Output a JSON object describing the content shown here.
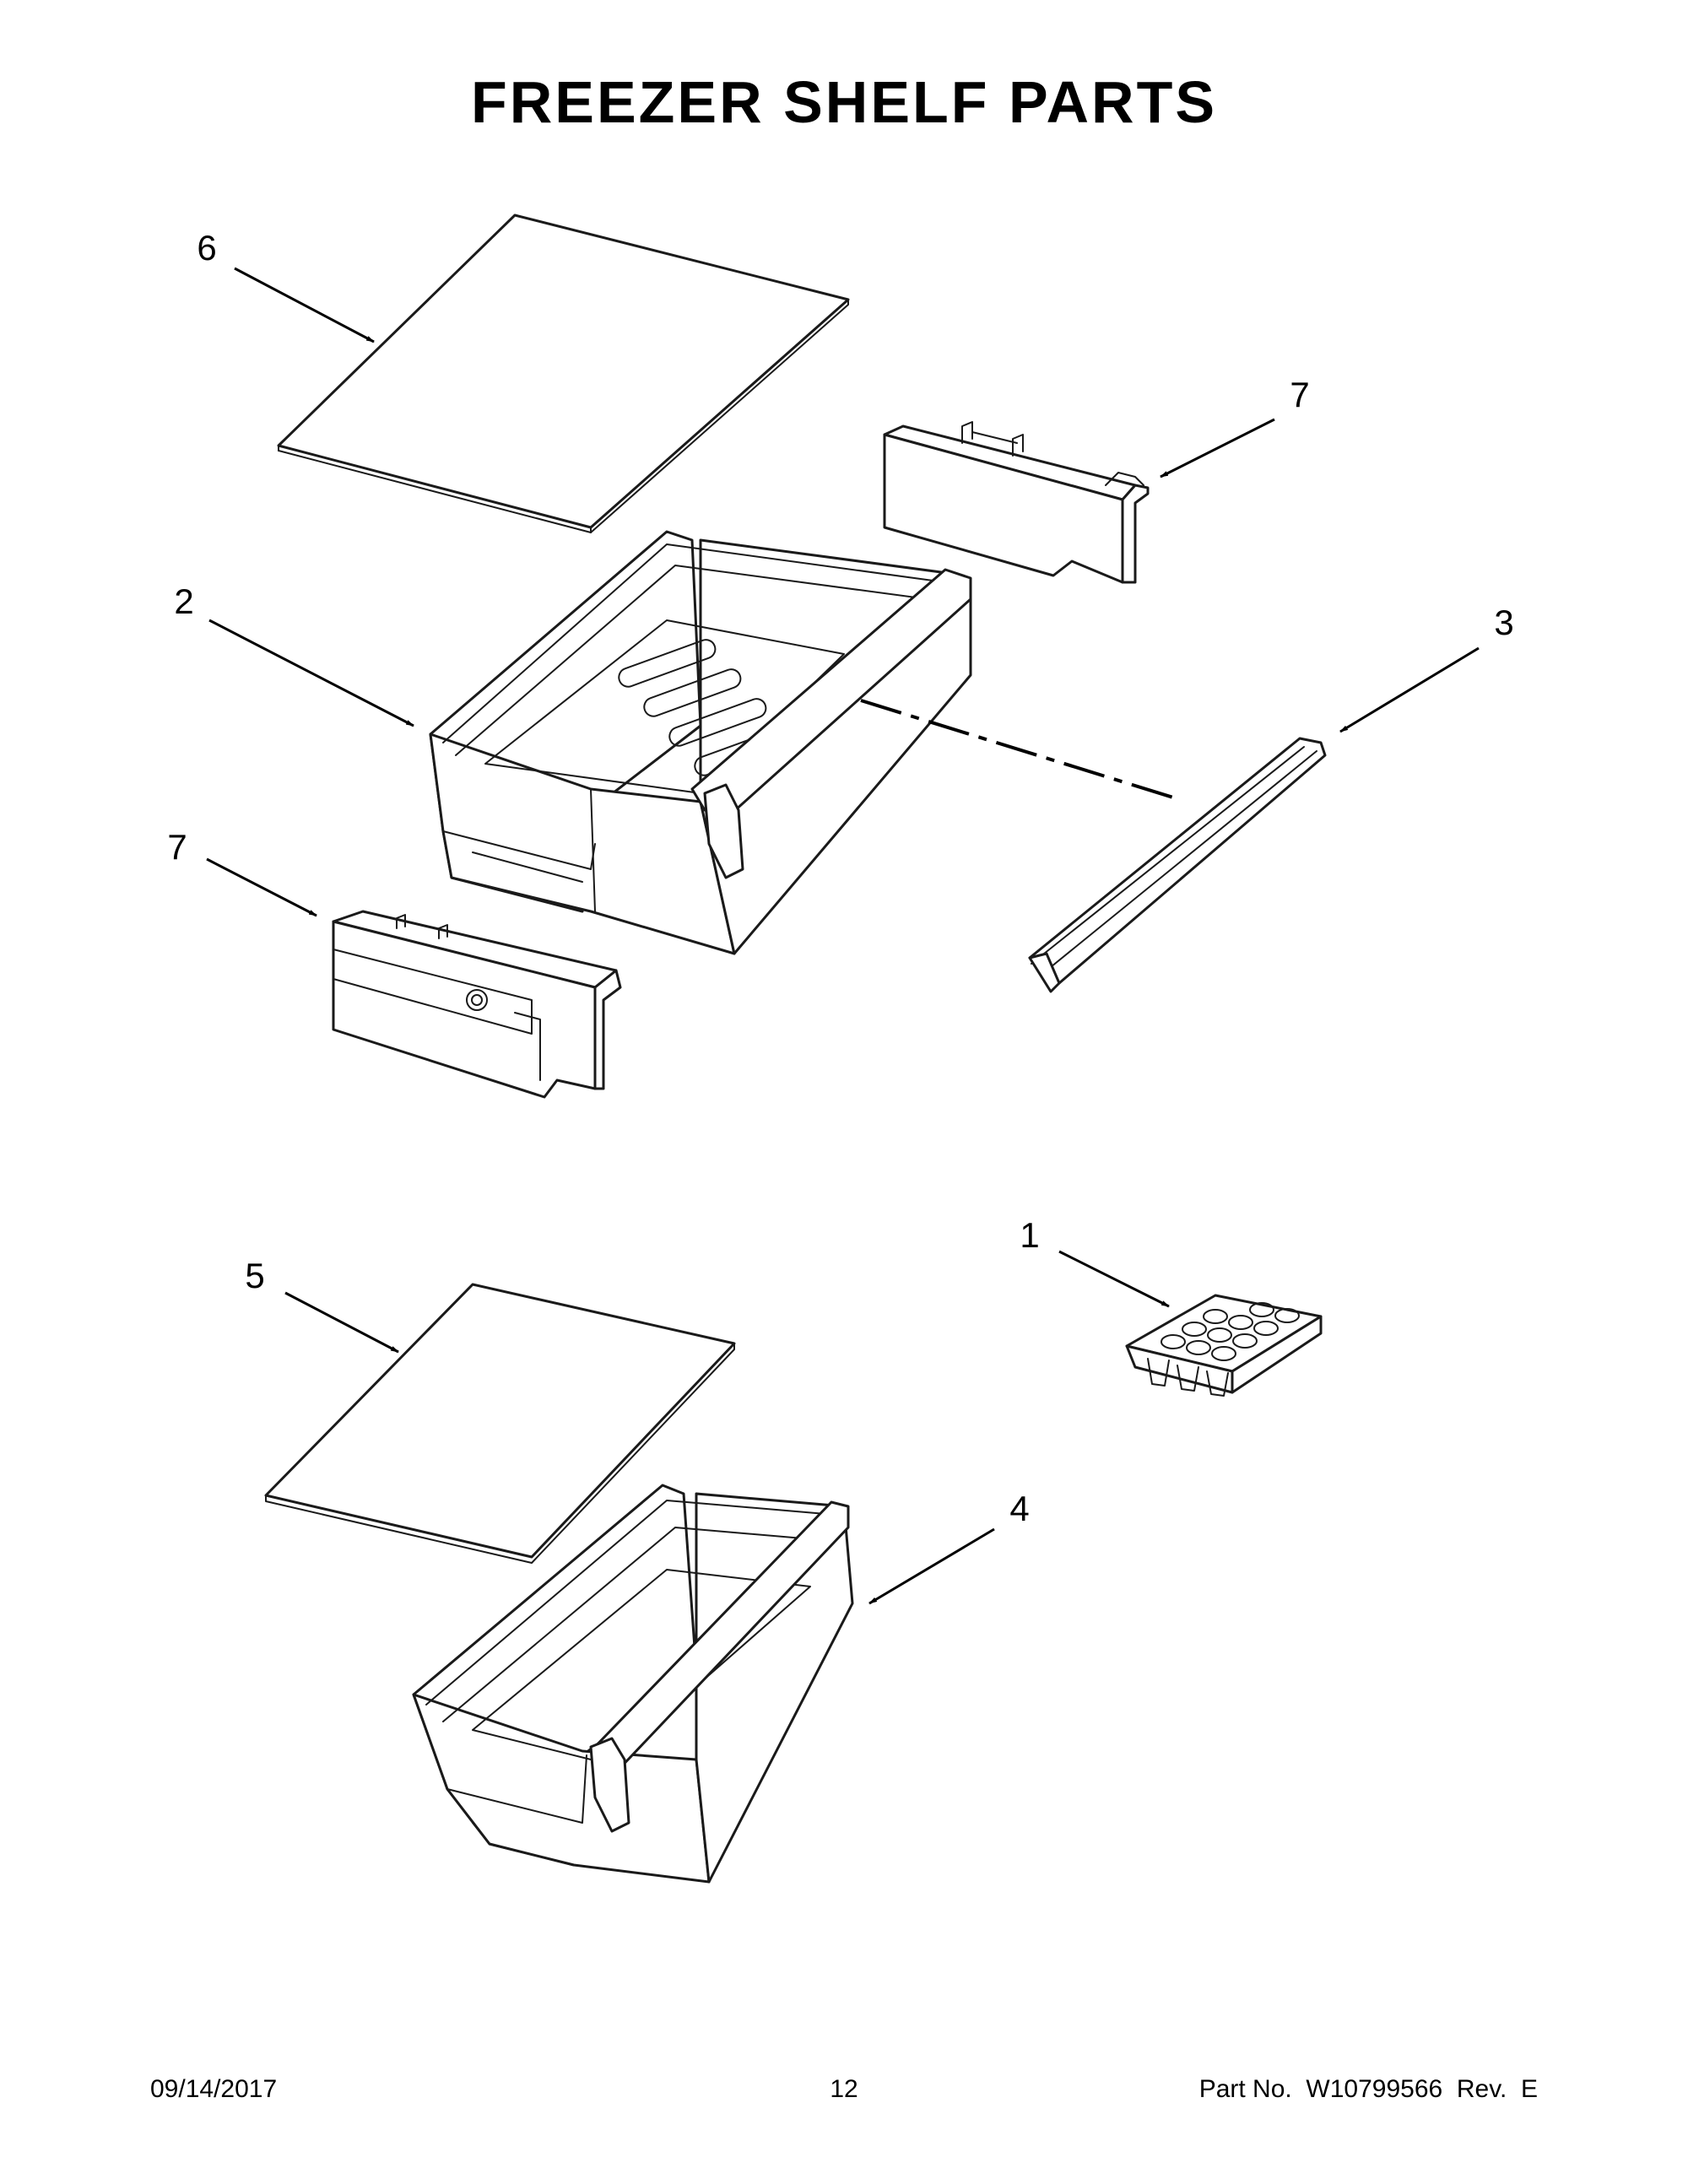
{
  "title": "FREEZER SHELF PARTS",
  "callouts": [
    {
      "id": "c6",
      "label": "6"
    },
    {
      "id": "c7a",
      "label": "7"
    },
    {
      "id": "c2",
      "label": "2"
    },
    {
      "id": "c3",
      "label": "3"
    },
    {
      "id": "c7b",
      "label": "7"
    },
    {
      "id": "c1",
      "label": "1"
    },
    {
      "id": "c5",
      "label": "5"
    },
    {
      "id": "c4",
      "label": "4"
    }
  ],
  "footer": {
    "date": "09/14/2017",
    "page": "12",
    "part_no": "Part No.  W10799566  Rev.  E"
  }
}
